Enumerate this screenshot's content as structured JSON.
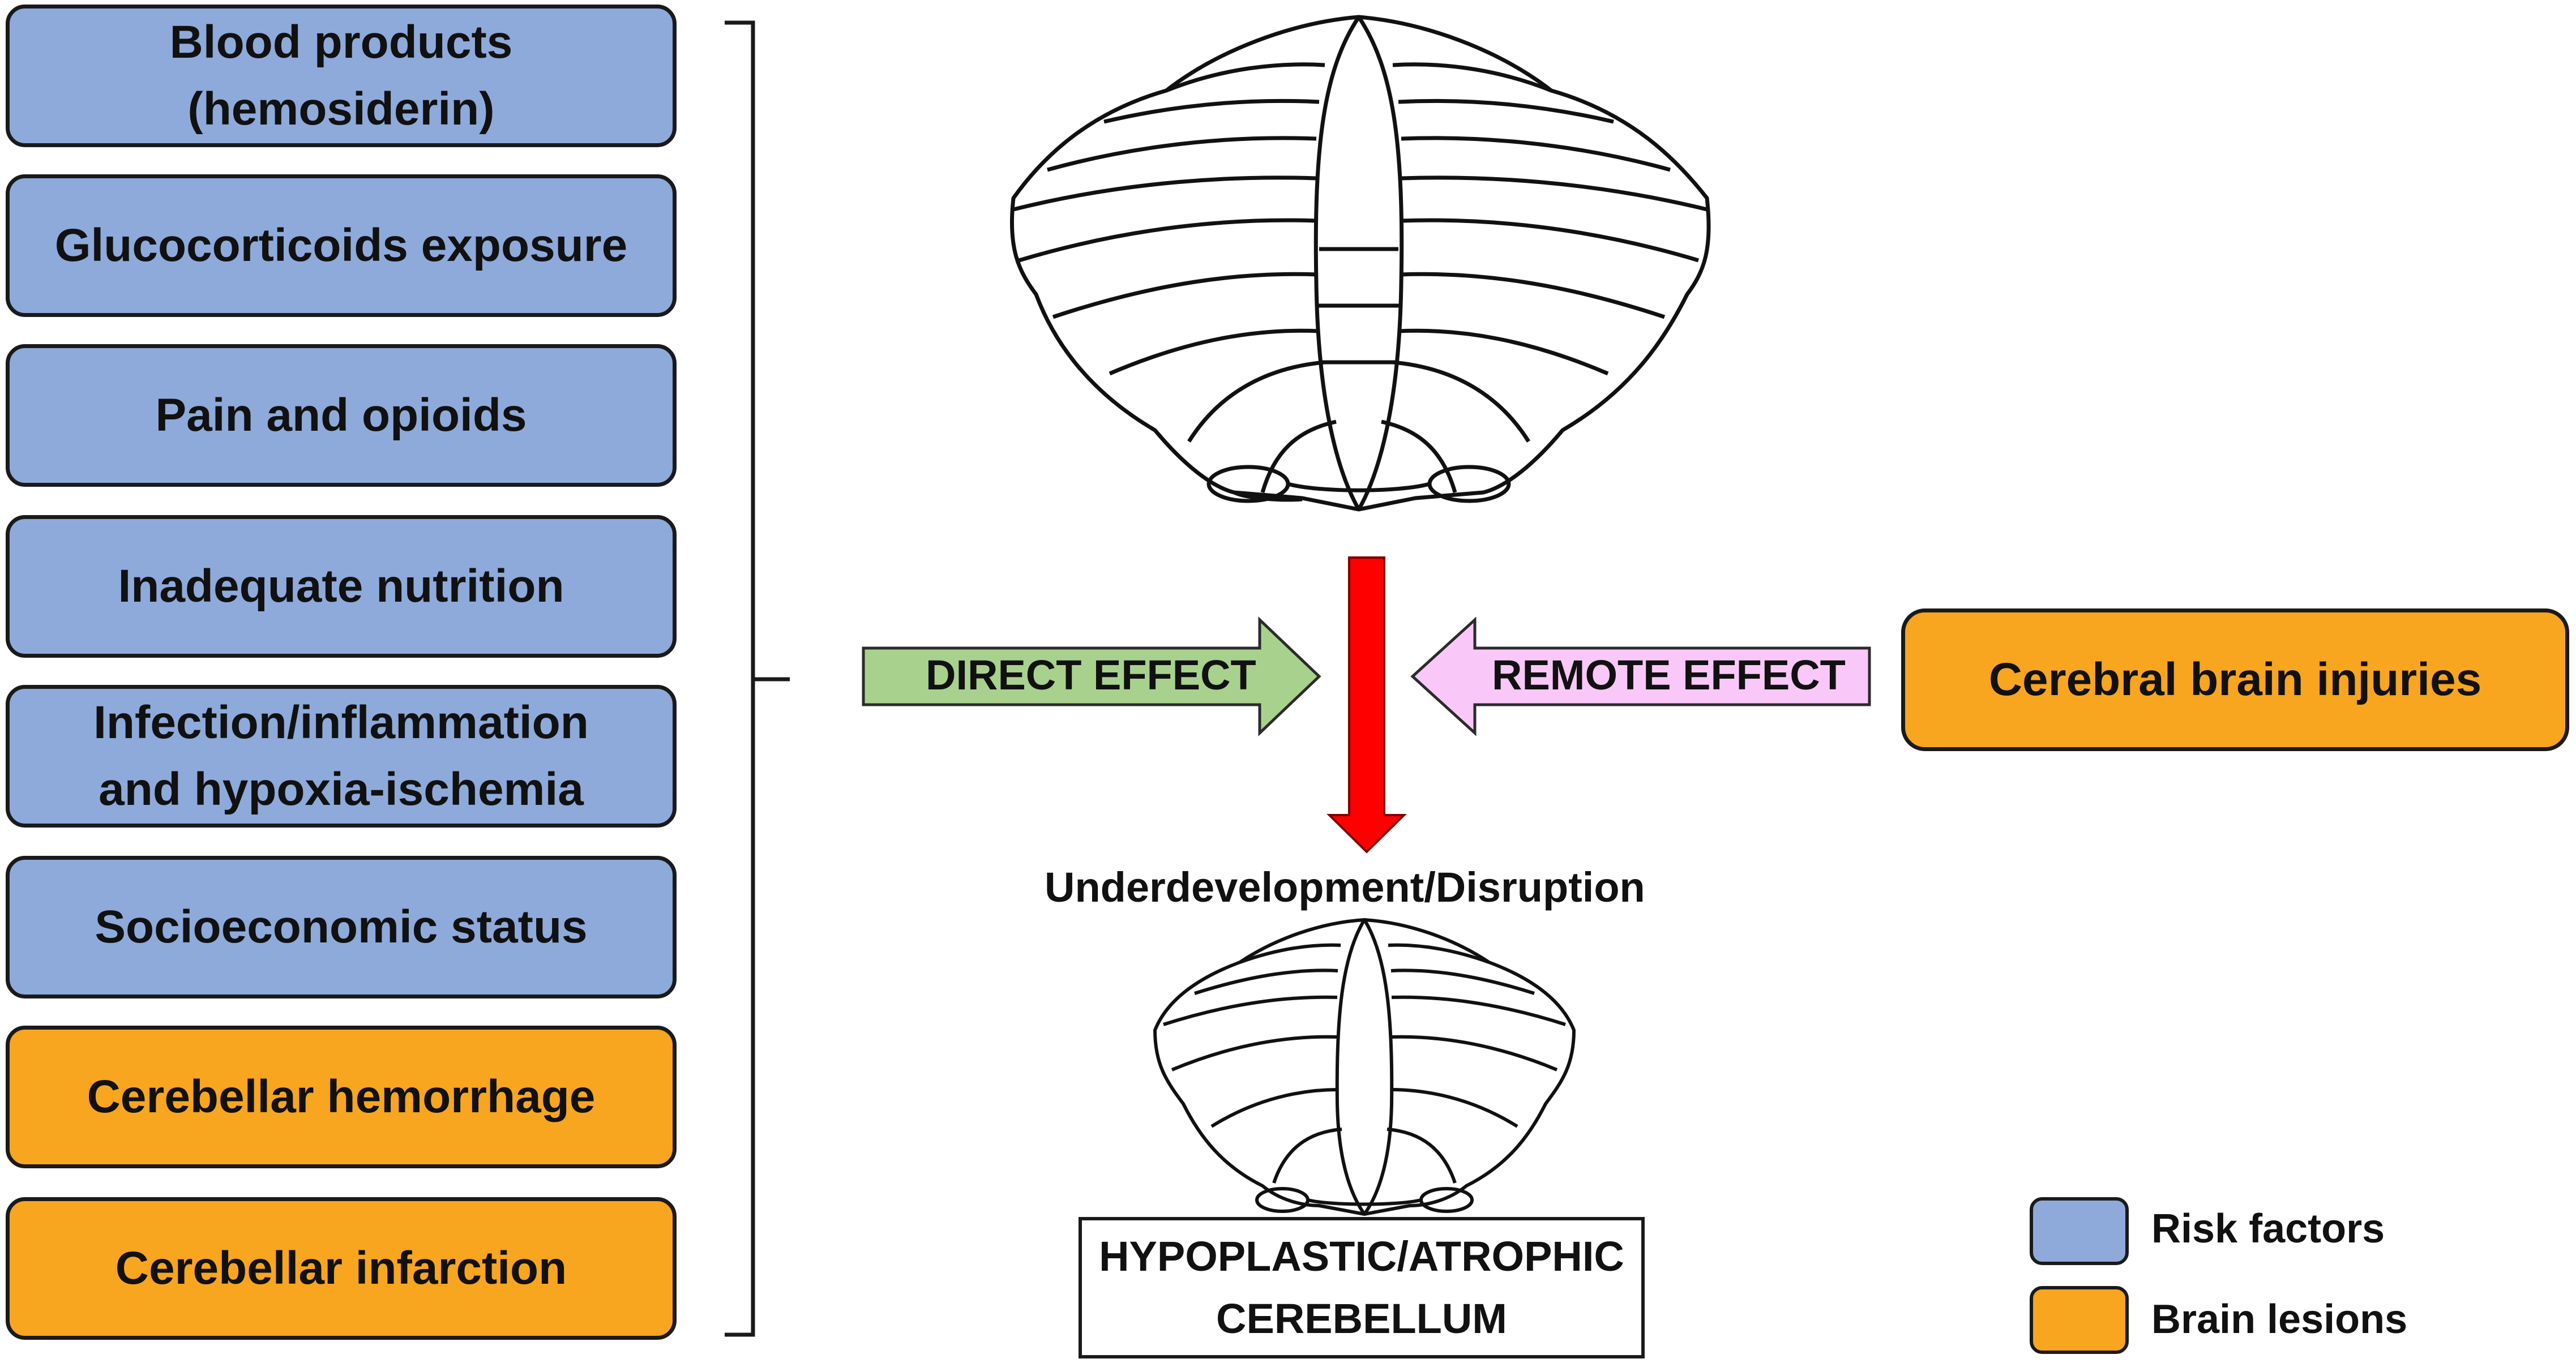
{
  "risk_factor_boxes": [
    {
      "label": "Blood products\n(hemosiderin)",
      "category": "risk"
    },
    {
      "label": "Glucocorticoids exposure",
      "category": "risk"
    },
    {
      "label": "Pain and opioids",
      "category": "risk"
    },
    {
      "label": "Inadequate nutrition",
      "category": "risk"
    },
    {
      "label": "Infection/inflammation\nand hypoxia-ischemia",
      "category": "risk"
    },
    {
      "label": "Socioeconomic status",
      "category": "risk"
    },
    {
      "label": "Cerebellar hemorrhage",
      "category": "lesion"
    },
    {
      "label": "Cerebellar infarction",
      "category": "lesion"
    }
  ],
  "arrows": {
    "direct_label": "DIRECT EFFECT",
    "remote_label": "REMOTE EFFECT"
  },
  "remote_source": {
    "label": "Cerebral brain injuries"
  },
  "outcome": {
    "caption": "Underdevelopment/Disruption",
    "result": "HYPOPLASTIC/ATROPHIC\nCEREBELLUM"
  },
  "legend": {
    "risk_label": "Risk factors",
    "lesion_label": "Brain lesions"
  },
  "colors": {
    "risk": "#8eaadb",
    "lesion": "#f8a51f",
    "direct_arrow": "#a9d18e",
    "remote_arrow": "#f9c8f9",
    "main_arrow": "#ff0000"
  }
}
